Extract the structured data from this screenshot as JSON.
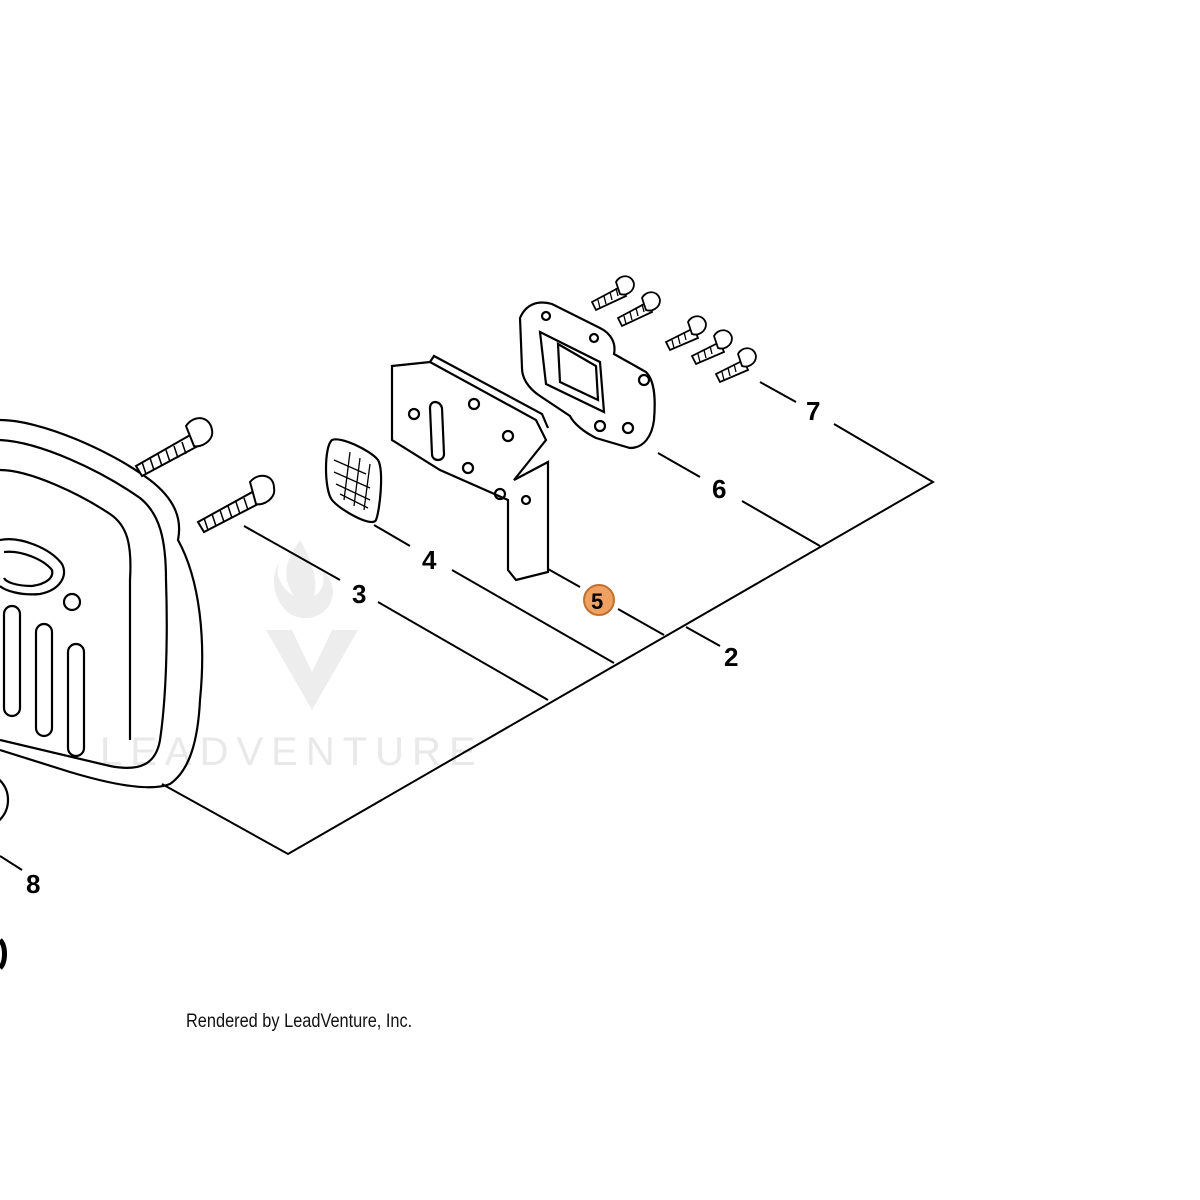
{
  "watermark": {
    "text": "LEADVENTURE"
  },
  "callouts": {
    "item_2": "2",
    "item_3": "3",
    "item_4": "4",
    "item_5": "5",
    "item_6": "6",
    "item_7": "7",
    "item_8": "8"
  },
  "highlight": {
    "item": "5",
    "fill_color": "#f0a060",
    "stroke_color": "#c07030"
  },
  "footer": {
    "credit": "Rendered by LeadVenture, Inc."
  }
}
